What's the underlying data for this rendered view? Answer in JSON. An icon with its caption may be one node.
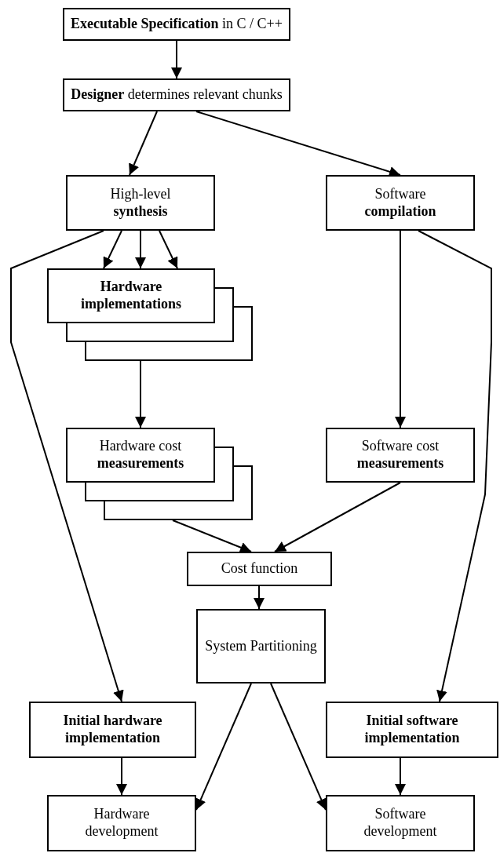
{
  "diagram": {
    "nodes": [
      {
        "text": [
          "**Executable Specification** in C / C++"
        ]
      },
      {
        "text": [
          "**Designer** determines relevant chunks"
        ]
      },
      {
        "text": [
          "High-level **synthesis**"
        ]
      },
      {
        "text": [
          "Software **compilation**"
        ]
      },
      {
        "text": [
          "Hardware implementations"
        ]
      },
      {
        "text": [
          "Hardware cost **measurements**"
        ]
      },
      {
        "text": [
          "Software cost **measurements**"
        ]
      },
      {
        "text": [
          "Cost function"
        ]
      },
      {
        "text": [
          "System Partitioning"
        ]
      },
      {
        "text": [
          "Initial hardware implementation"
        ]
      },
      {
        "text": [
          "Initial software implementation"
        ]
      },
      {
        "text": [
          "Hardware development"
        ]
      },
      {
        "text": [
          "Software development"
        ]
      }
    ],
    "edges": [
      {
        "from": 0,
        "to": 1,
        "arrow": "to"
      },
      {
        "from": 1,
        "to": 2,
        "arrow": "to"
      },
      {
        "from": 1,
        "to": 3,
        "arrow": "to"
      },
      {
        "from": 2,
        "to": 4,
        "arrow": "to"
      },
      {
        "from": 2,
        "to": 4,
        "arrow": "to"
      },
      {
        "from": 2,
        "to": 4,
        "arrow": "to"
      },
      {
        "from": 4,
        "to": 5,
        "arrow": "to"
      },
      {
        "from": 3,
        "to": 6,
        "arrow": "to"
      },
      {
        "from": 5,
        "to": 7,
        "arrow": "to"
      },
      {
        "from": 6,
        "to": 7,
        "arrow": "to"
      },
      {
        "from": 7,
        "to": 8,
        "arrow": "to"
      },
      {
        "from": 2,
        "to": 9,
        "arrow": "to"
      },
      {
        "from": 3,
        "to": 10,
        "arrow": "to"
      },
      {
        "from": 8,
        "to": 11,
        "arrow": "to"
      },
      {
        "from": 8,
        "to": 12,
        "arrow": "to"
      },
      {
        "from": 9,
        "to": 11,
        "arrow": "to"
      },
      {
        "from": 10,
        "to": 12,
        "arrow": "to"
      }
    ]
  }
}
